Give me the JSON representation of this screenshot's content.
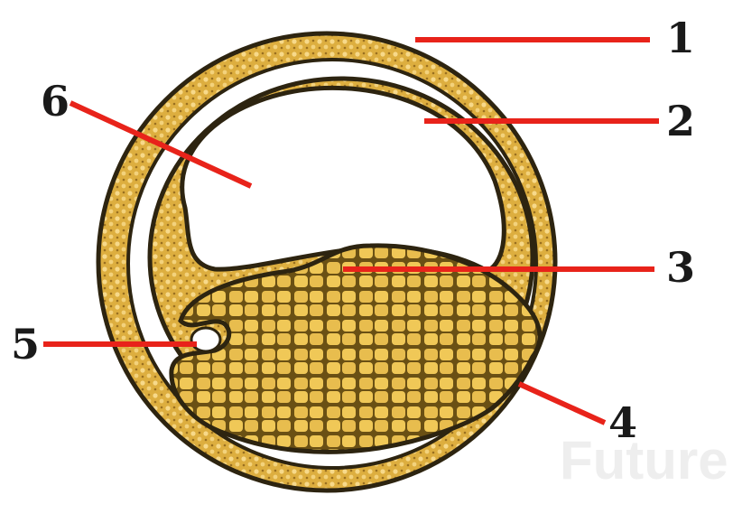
{
  "diagram": {
    "labels": [
      "1",
      "2",
      "3",
      "4",
      "5",
      "6"
    ],
    "watermark": "Future"
  },
  "colors": {
    "cell_fill": "#e3b445",
    "cell_dark": "#c99528",
    "cell_outline": "#2d2410",
    "leader_line": "#e8231a",
    "label_text": "#1a1a1a",
    "background": "#ffffff"
  }
}
